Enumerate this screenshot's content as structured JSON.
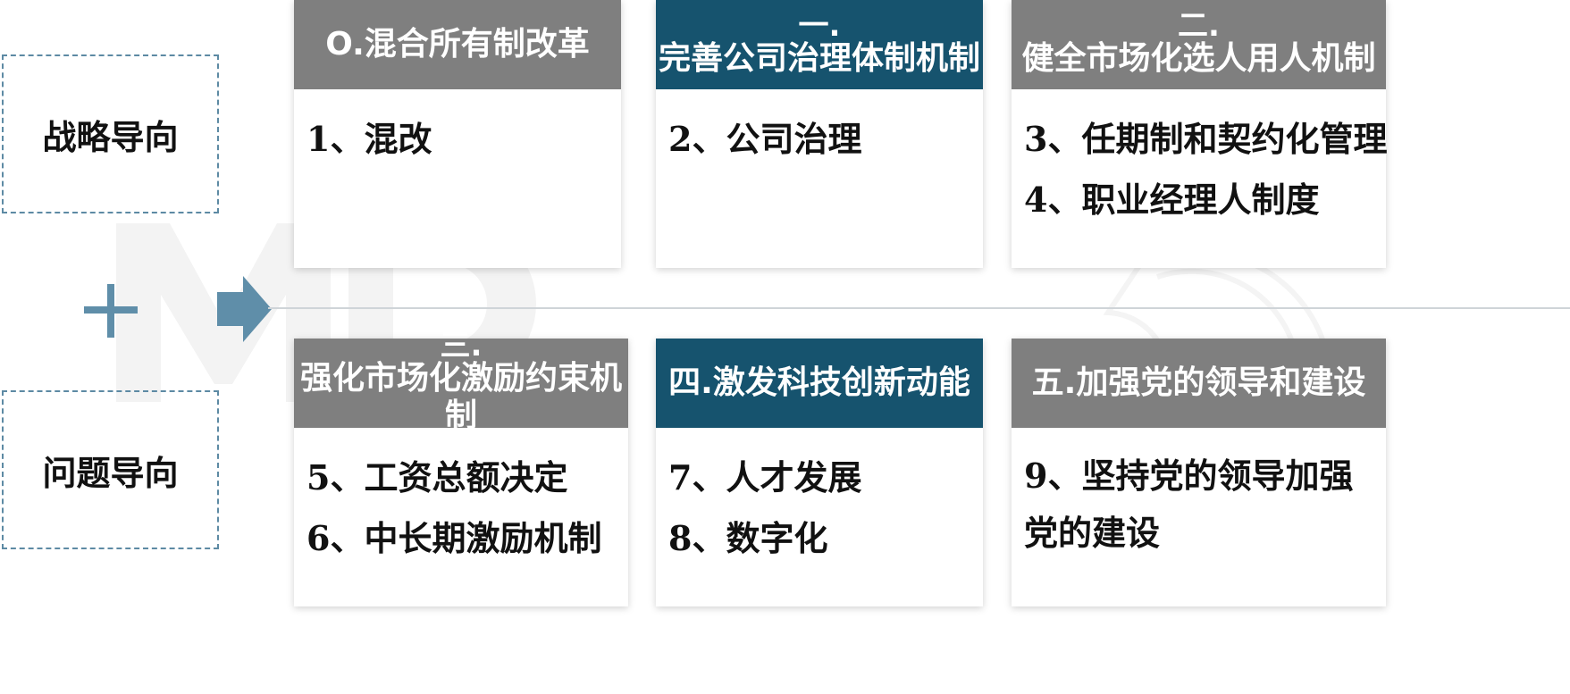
{
  "left_labels": {
    "strategy": "战略导向",
    "problem": "问题导向"
  },
  "colors": {
    "gray_header": "#7f7f7f",
    "teal_header": "#16536e",
    "accent": "#5f8ea9"
  },
  "cards": [
    {
      "number": "",
      "title": "O.混合所有制改革",
      "items": [
        "1、混改"
      ]
    },
    {
      "number": "一.",
      "title": "完善公司治理体制机制",
      "items": [
        "2、公司治理"
      ]
    },
    {
      "number": "二.",
      "title": "健全市场化选人用人机制",
      "items": [
        "3、任期制和契约化管理",
        "4、职业经理人制度"
      ]
    },
    {
      "number": "三.",
      "title": "强化市场化激励约束机制",
      "items": [
        "5、工资总额决定",
        "6、中长期激励机制"
      ]
    },
    {
      "number": "",
      "title": "四.激发科技创新动能",
      "items": [
        "7、人才发展",
        "8、数字化"
      ]
    },
    {
      "number": "",
      "title": "五.加强党的领导和建设",
      "items": [
        "9、坚持党的领导加强党的建设"
      ]
    }
  ]
}
